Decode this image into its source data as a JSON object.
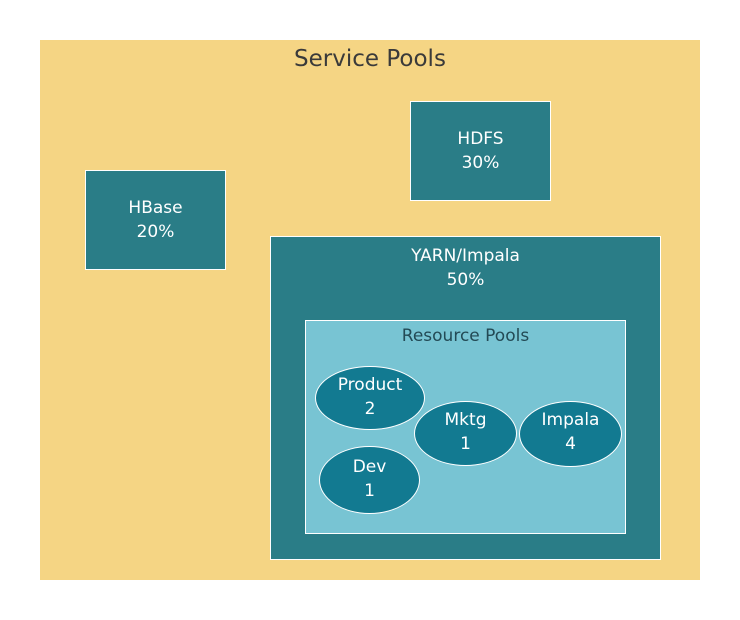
{
  "title": "Service Pools",
  "services": {
    "hbase": {
      "name": "HBase",
      "share": "20%"
    },
    "hdfs": {
      "name": "HDFS",
      "share": "30%"
    },
    "yarn": {
      "name": "YARN/Impala",
      "share": "50%"
    }
  },
  "resource_pools": {
    "title": "Resource Pools",
    "pools": [
      {
        "name": "Product",
        "weight": "2"
      },
      {
        "name": "Mktg",
        "weight": "1"
      },
      {
        "name": "Impala",
        "weight": "4"
      },
      {
        "name": "Dev",
        "weight": "1"
      }
    ]
  },
  "colors": {
    "background_panel": "#f5d584",
    "service_box": "#2a7d87",
    "resource_pool_area": "#78c4d3",
    "pool_ellipse": "#127a91"
  }
}
